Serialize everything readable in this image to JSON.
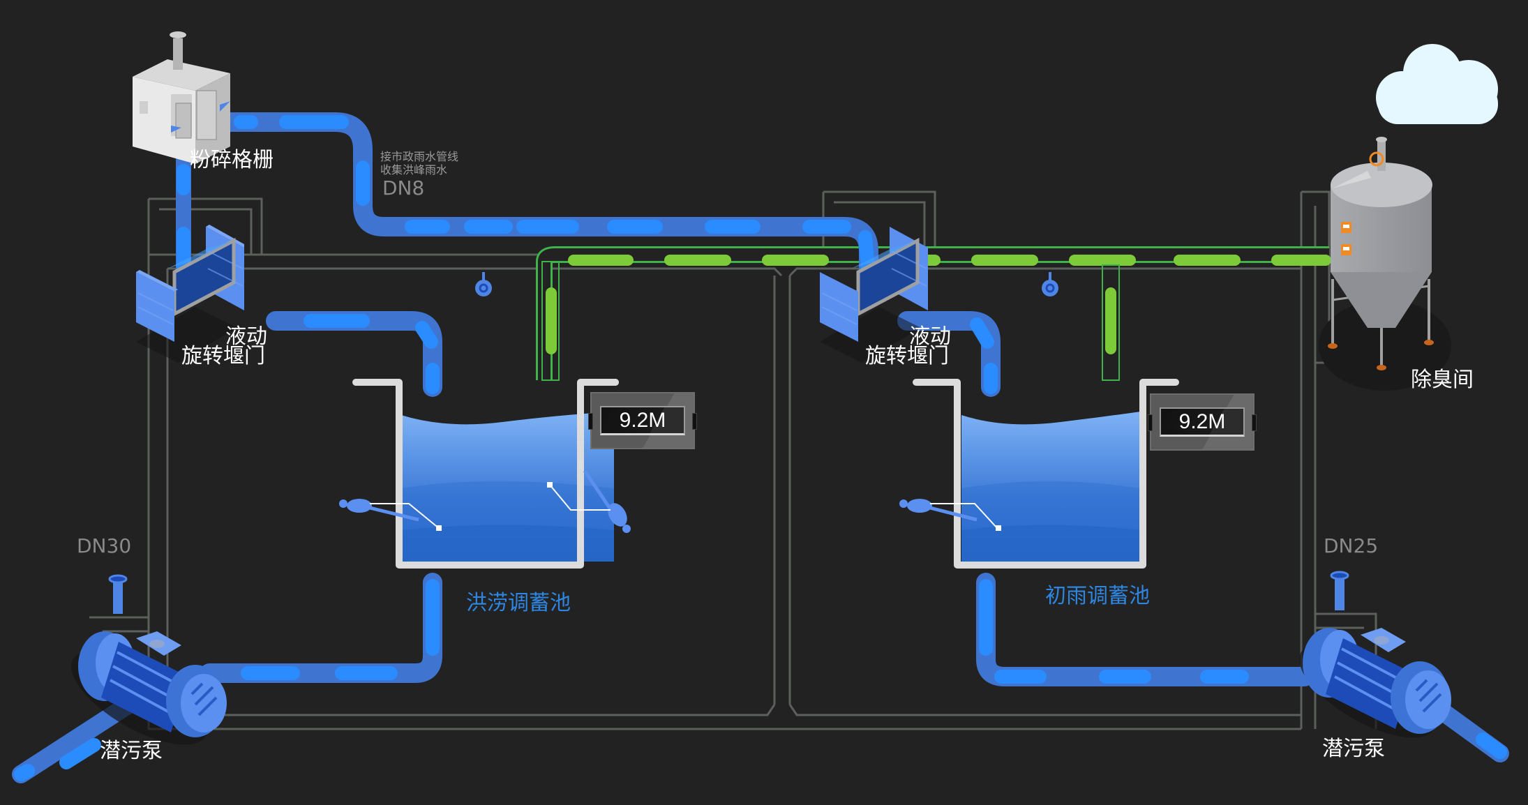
{
  "diagram": {
    "title": "雨水调蓄池工艺流程",
    "colors": {
      "background": "#222222",
      "water_pipe": "#2a8cff",
      "water_pipe_dark": "#3f74d0",
      "air_pipe": "#7ecb3a",
      "air_pipe_border": "#3fb34a",
      "outline": "#5c605c",
      "tank_wall": "#dcdcdc",
      "tank_label": "#2f86e0",
      "equipment_blue": "#3e73d6",
      "deodor_gray": "#9a9ba0",
      "cloud": "#e6f8ff",
      "accent_orange": "#f08a24"
    }
  },
  "equipment": {
    "grinder_screen": {
      "label": "粉碎格栅"
    },
    "gate_left": {
      "label_line1": "液动",
      "label_line2": "旋转堰门"
    },
    "gate_right": {
      "label_line1": "液动",
      "label_line2": "旋转堰门"
    },
    "deodorization": {
      "label": "除臭间"
    },
    "pump_left": {
      "label": "潜污泵",
      "pipe_size": "DN30"
    },
    "pump_right": {
      "label": "潜污泵",
      "pipe_size": "DN25"
    }
  },
  "inlet_note": {
    "line1": "接市政雨水管线",
    "line2": "收集洪峰雨水",
    "pipe_size": "DN8"
  },
  "tanks": [
    {
      "name": "洪涝调蓄池",
      "level_reading": "9.2M",
      "level_unit": "M",
      "level_value": 9.2,
      "fill_fraction": 0.82
    },
    {
      "name": "初雨调蓄池",
      "level_reading": "9.2M",
      "level_unit": "M",
      "level_value": 9.2,
      "fill_fraction": 0.82
    }
  ]
}
